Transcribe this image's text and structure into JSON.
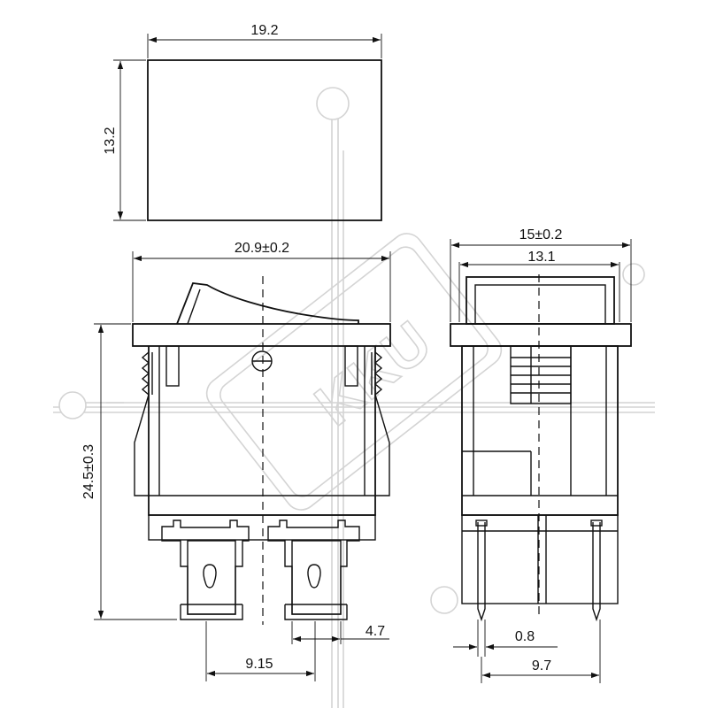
{
  "dimensions": {
    "top_width": "19.2",
    "top_height": "13.2",
    "front_width": "20.9±0.2",
    "front_height": "24.5±0.3",
    "terminal_pitch": "9.15",
    "terminal_width": "4.7",
    "side_width": "15±0.2",
    "side_inner_width": "13.1",
    "pin_thickness": "0.8",
    "pin_span": "9.7"
  },
  "watermark": {
    "text": "KKU"
  },
  "colors": {
    "line": "#111111",
    "watermark": "#d4d4d4",
    "background": "#ffffff"
  }
}
